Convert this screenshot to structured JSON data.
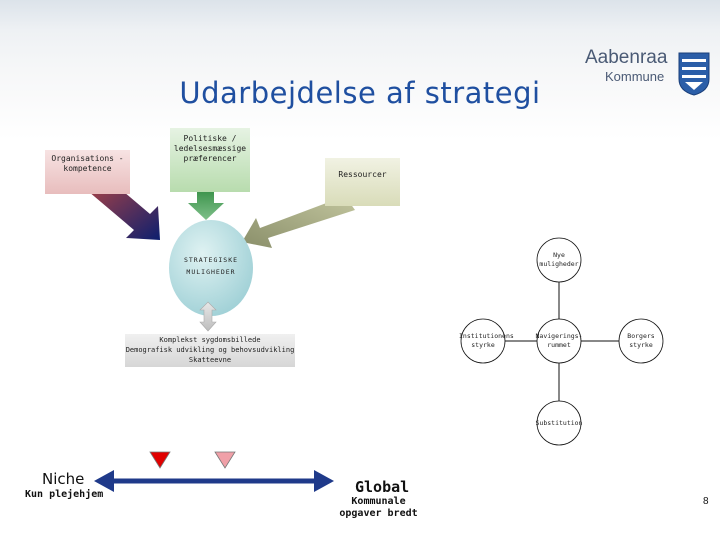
{
  "title": "Udarbejdelse af strategi",
  "logo": {
    "line1": "Aabenraa",
    "line2": "Kommune"
  },
  "boxes": {
    "organisation": "Organisations - kompetence",
    "politiske": "Politiske / ledelsesmæssige præferencer",
    "ressourcer": "Ressourcer"
  },
  "circle": {
    "line1": "STRATEGISKE",
    "line2": "MULIGHEDER"
  },
  "kompleks": {
    "line1": "Komplekst sygdomsbillede",
    "line2": "Demografisk udvikling og behovsudvikling",
    "line3": "Skatteevne"
  },
  "forces": {
    "nye": "Nye muligheder",
    "institution": "Institutionens styrke",
    "navigering": "Navigerings-rummet",
    "borger": "Borgers styrke",
    "substitution": "Substitution"
  },
  "scale": {
    "niche": "Niche",
    "niche_sub": "Kun plejehjem",
    "global": "Global",
    "global_sub": "Kommunale opgaver bredt"
  },
  "page_number": "8",
  "colors": {
    "title": "#1f4fa0",
    "arrow_red": "#c0392b",
    "arrow_green": "#3f8f4a",
    "arrow_olive": "#9aa07a",
    "scale_arrow": "#1f3a8a",
    "circle": "#bfe3e3",
    "triangle_red": "#e00000",
    "triangle_pink": "#f0a0a8"
  }
}
